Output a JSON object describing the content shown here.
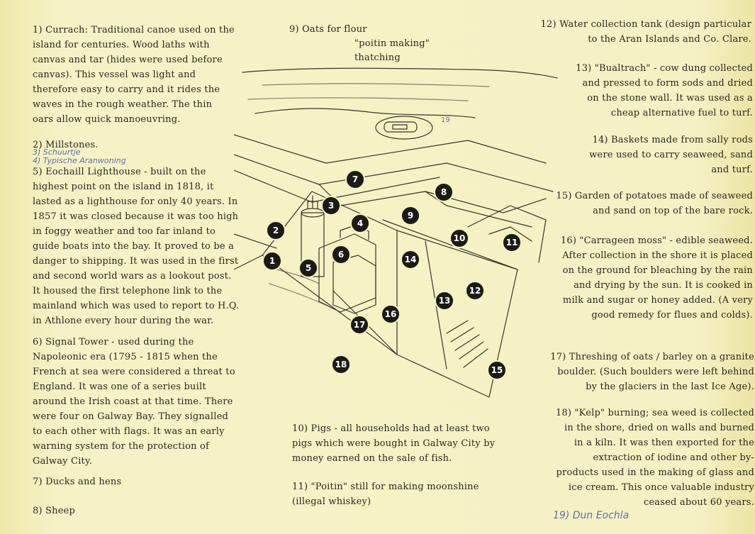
{
  "notes": {
    "n1": "1) Currach: Traditional canoe used on the island for centuries. Wood laths with canvas and tar (hides were used before canvas). This vessel was light and therefore easy to carry and it rides the waves in the rough weather. The thin oars allow quick manoeuvring.",
    "n2": "2) Millstones.",
    "n5": "5) Eochaill Lighthouse - built on the highest point on the island in 1818, it lasted as a lighthouse for only 40 years. In 1857 it was closed because it was too high in foggy weather and too far inland to guide boats into the bay. It proved to be a danger to shipping. It was used in the first and second world wars as a lookout post. It housed the first telephone link to the mainland which was used to report to H.Q. in Athlone every hour during the war.",
    "n6": "6) Signal Tower - used during the Napoleonic era (1795 - 1815 when the French at sea were considered a threat to England. It was one of a series built around the Irish coast at that time. There were four on Galway Bay. They signalled to each other with flags. It was an early warning system for the protection of Galway City.",
    "n7": "7) Ducks and hens",
    "n8": "8) Sheep",
    "n9_title": "9) Oats for flour",
    "n9_line2": "\"poitin making\"",
    "n9_line3": "thatching",
    "n10": "10) Pigs - all households had at least two pigs which were bought in Galway City by money earned on the sale of fish.",
    "n11": "11) \"Poitin\" still for making moonshine (illegal whiskey)",
    "n12": "12) Water collection tank (design particular to the Aran Islands and Co. Clare.",
    "n13": "13) \"Bualtrach\" - cow dung collected and pressed to form sods and dried on the stone wall. It was used as a cheap alternative fuel to turf.",
    "n14": "14) Baskets made from sally rods were used to carry seaweed, sand and turf.",
    "n15": "15) Garden of potatoes made of seaweed and sand on top of the bare rock.",
    "n16": "16) \"Carrageen moss\" - edible seaweed. After collection in the shore it is placed on the ground for bleaching by the rain and drying by the sun. It is cooked in milk and sugar or honey added. (A very good remedy for flues and colds).",
    "n17": "17) Threshing of oats / barley on a granite boulder. (Such boulders were left behind by the glaciers in the last Ice Age).",
    "n18": "18) \"Kelp\" burning; sea weed is collected in the shore, dried on walls and burned in a kiln. It was then exported for the extraction of iodine and other by-products used in the making of glass and ice cream. This once valuable industry ceased about 60 years."
  },
  "handwritten": {
    "h3": "3) Schuurtje",
    "h4": "4) Typische Aranwoning",
    "h19": "19) Dun Eochla"
  },
  "markers": [
    "1",
    "2",
    "3",
    "4",
    "5",
    "6",
    "7",
    "8",
    "9",
    "10",
    "11",
    "12",
    "13",
    "14",
    "15",
    "16",
    "17",
    "18"
  ],
  "map_label_19": "19",
  "colors": {
    "paper": "#f4f1bf",
    "ink": "#2a2620",
    "pen_blue": "#5b6fb0",
    "marker": "#1c1a17"
  }
}
